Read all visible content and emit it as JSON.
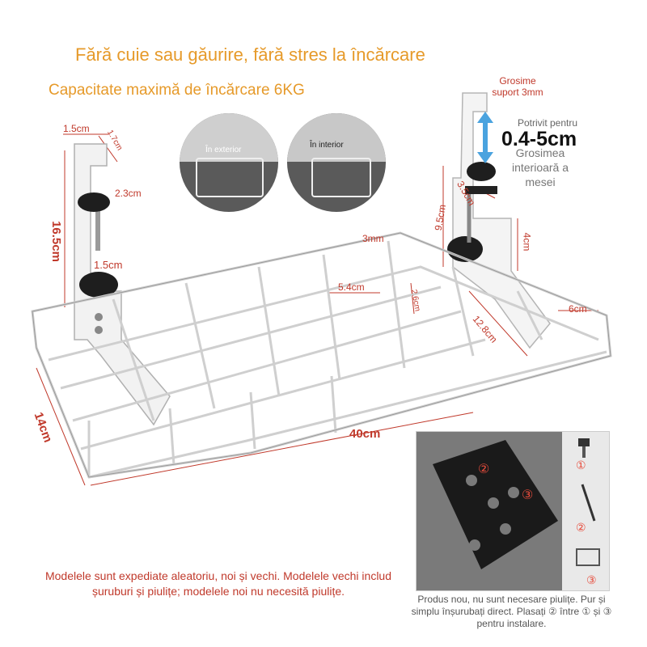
{
  "headline_1": "Fără cuie sau găurire, fără stres la încărcare",
  "headline_2": "Capacitate maximă de încărcare 6KG",
  "thickness_note": "Grosime suport 3mm",
  "fit_label_small": "Potrivit pentru",
  "fit_range": "0.4-5cm",
  "fit_desc": "Grosimea interioară a mesei",
  "circle_exterior": "În exterior",
  "circle_interior": "În interior",
  "dims": {
    "d_15cm_top": "1.5cm",
    "d_17cm_angle": "1.7cm",
    "d_23cm": "2.3cm",
    "d_165cm": "16.5cm",
    "d_15cm_low": "1.5cm",
    "d_3mm": "3mm",
    "d_54cm": "5.4cm",
    "d_26cm": "2.6cm",
    "d_35cm": "3.5cm",
    "d_95cm": "9.5cm",
    "d_4cm": "4cm",
    "d_6cm": "6cm",
    "d_128cm": "12.8cm",
    "d_14cm": "14cm",
    "d_40cm": "40cm"
  },
  "footer_left": "Modelele sunt expediate aleatoriu, noi și vechi. Modelele vechi includ șuruburi și piulițe; modelele noi nu necesită piulițe.",
  "footer_right": "Produs nou, nu sunt necesare piulițe. Pur și simplu înșurubați direct. Plasați ② între ① și ③ pentru instalare.",
  "inset_markers": [
    "②",
    "③",
    "①",
    "②",
    "③"
  ]
}
